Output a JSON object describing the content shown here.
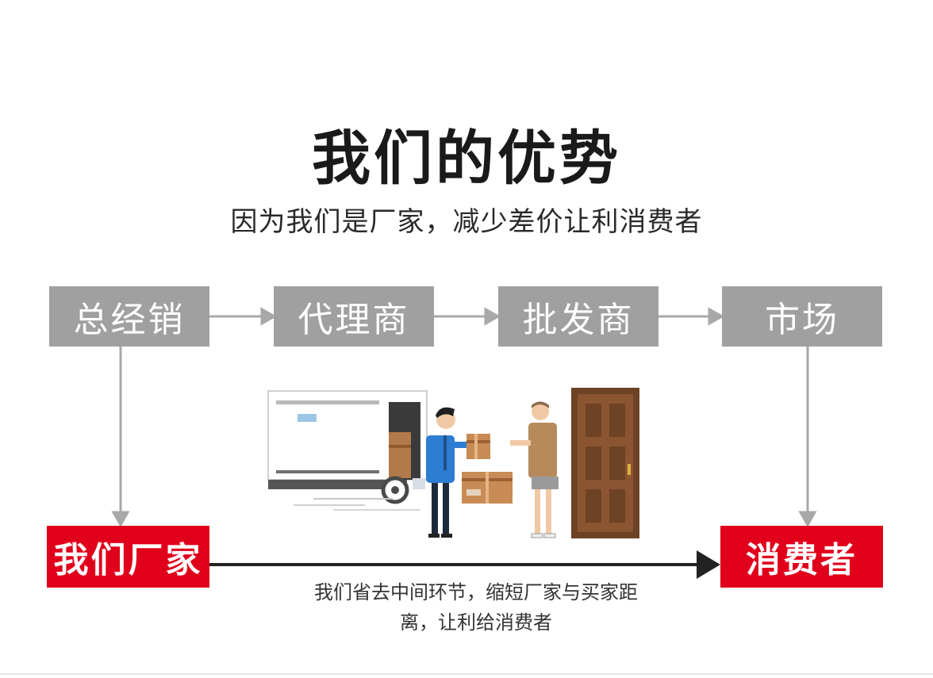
{
  "header": {
    "title": "我们的优势",
    "subtitle": "因为我们是厂家，减少差价让利消费者"
  },
  "chain": {
    "nodes": [
      "总经销",
      "代理商",
      "批发商",
      "市场"
    ]
  },
  "direct": {
    "factory": "我们厂家",
    "consumer": "消费者",
    "caption_line1": "我们省去中间环节，缩短厂家与买家距",
    "caption_line2": "离，让利给消费者"
  },
  "colors": {
    "gray_box": "#a0a0a0",
    "red_box": "#e1001b",
    "connector": "#a8a8a8",
    "main_arrow": "#222222"
  }
}
